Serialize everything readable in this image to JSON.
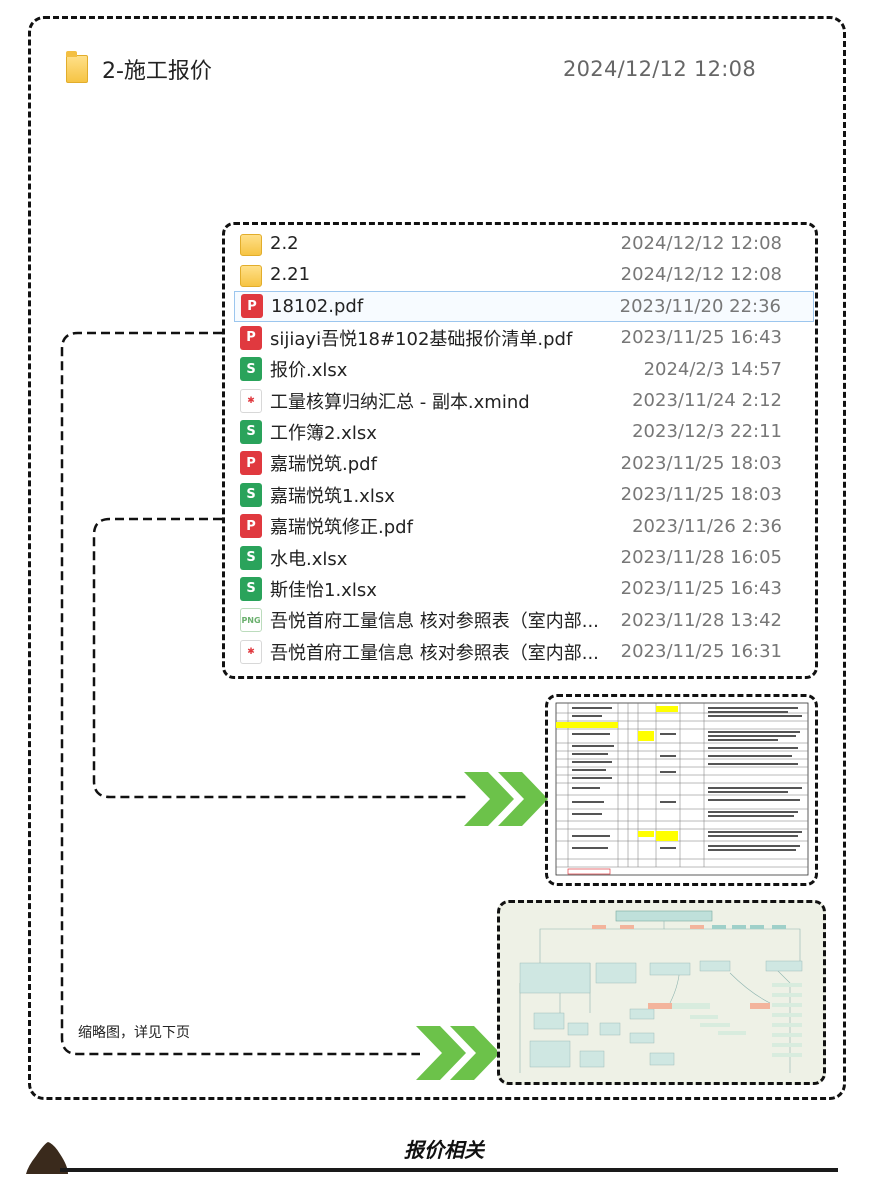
{
  "header": {
    "folder_name": "2-施工报价",
    "date": "2024/12/12 12:08"
  },
  "files": [
    {
      "name": "2.2",
      "date": "2024/12/12 12:08",
      "type": "folder",
      "icon": "folder-icon"
    },
    {
      "name": "2.21",
      "date": "2024/12/12 12:08",
      "type": "folder",
      "icon": "folder-icon"
    },
    {
      "name": "18102.pdf",
      "date": "2023/11/20 22:36",
      "type": "pdf",
      "icon": "pdf-icon",
      "selected": true
    },
    {
      "name": "sijiayi吾悦18#102基础报价清单.pdf",
      "date": "2023/11/25 16:43",
      "type": "pdf",
      "icon": "pdf-icon"
    },
    {
      "name": "报价.xlsx",
      "date": "2024/2/3 14:57",
      "type": "xlsx",
      "icon": "spreadsheet-icon"
    },
    {
      "name": "工量核算归纳汇总 - 副本.xmind",
      "date": "2023/11/24 2:12",
      "type": "xmind",
      "icon": "xmind-icon"
    },
    {
      "name": "工作簿2.xlsx",
      "date": "2023/12/3 22:11",
      "type": "xlsx",
      "icon": "spreadsheet-icon"
    },
    {
      "name": "嘉瑞悦筑.pdf",
      "date": "2023/11/25 18:03",
      "type": "pdf",
      "icon": "pdf-icon"
    },
    {
      "name": "嘉瑞悦筑1.xlsx",
      "date": "2023/11/25 18:03",
      "type": "xlsx",
      "icon": "spreadsheet-icon"
    },
    {
      "name": "嘉瑞悦筑修正.pdf",
      "date": "2023/11/26 2:36",
      "type": "pdf",
      "icon": "pdf-icon"
    },
    {
      "name": "水电.xlsx",
      "date": "2023/11/28 16:05",
      "type": "xlsx",
      "icon": "spreadsheet-icon"
    },
    {
      "name": "斯佳怡1.xlsx",
      "date": "2023/11/25 16:43",
      "type": "xlsx",
      "icon": "spreadsheet-icon"
    },
    {
      "name": "吾悦首府工量信息 核对参照表（室内部...",
      "date": "2023/11/28 13:42",
      "type": "png",
      "icon": "png-icon"
    },
    {
      "name": "吾悦首府工量信息 核对参照表（室内部...",
      "date": "2023/11/25 16:31",
      "type": "xmind",
      "icon": "xmind-icon"
    }
  ],
  "icon_glyphs": {
    "pdf": "P",
    "xlsx": "S",
    "xmind": "✱",
    "png": "PNG",
    "folder": ""
  },
  "caption": "缩略图，详见下页",
  "footer": {
    "title": "报价相关"
  },
  "colors": {
    "arrow": "#6cc24a",
    "pdf": "#e0393f",
    "xlsx": "#2aa35b",
    "folder": "#f6c444"
  }
}
